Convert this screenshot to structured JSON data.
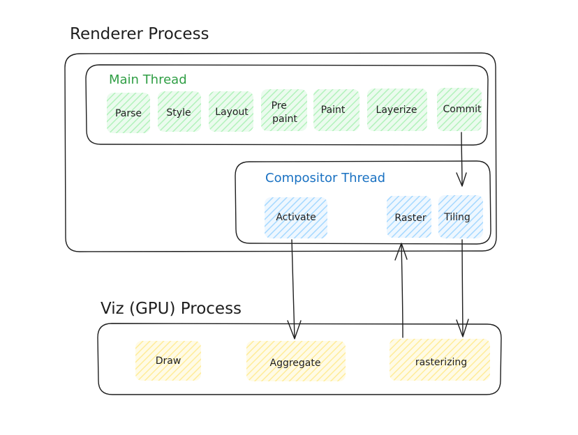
{
  "renderer": {
    "title": "Renderer Process",
    "main_thread": {
      "label": "Main Thread",
      "steps": [
        "Parse",
        "Style",
        "Layout",
        "Pre paint",
        "Paint",
        "Layerize",
        "Commit"
      ]
    },
    "compositor_thread": {
      "label": "Compositor Thread",
      "steps": [
        "Activate",
        "Raster",
        "Tiling"
      ]
    }
  },
  "viz": {
    "title": "Viz (GPU) Process",
    "steps": [
      "Draw",
      "Aggregate",
      "rasterizing"
    ]
  },
  "colors": {
    "main_text": "#2f9e44",
    "main_fill": "#b2f2bb",
    "compositor_text": "#1971c2",
    "compositor_fill": "#a5d8ff",
    "viz_fill": "#ffec99",
    "stroke": "#1e1e1e"
  }
}
